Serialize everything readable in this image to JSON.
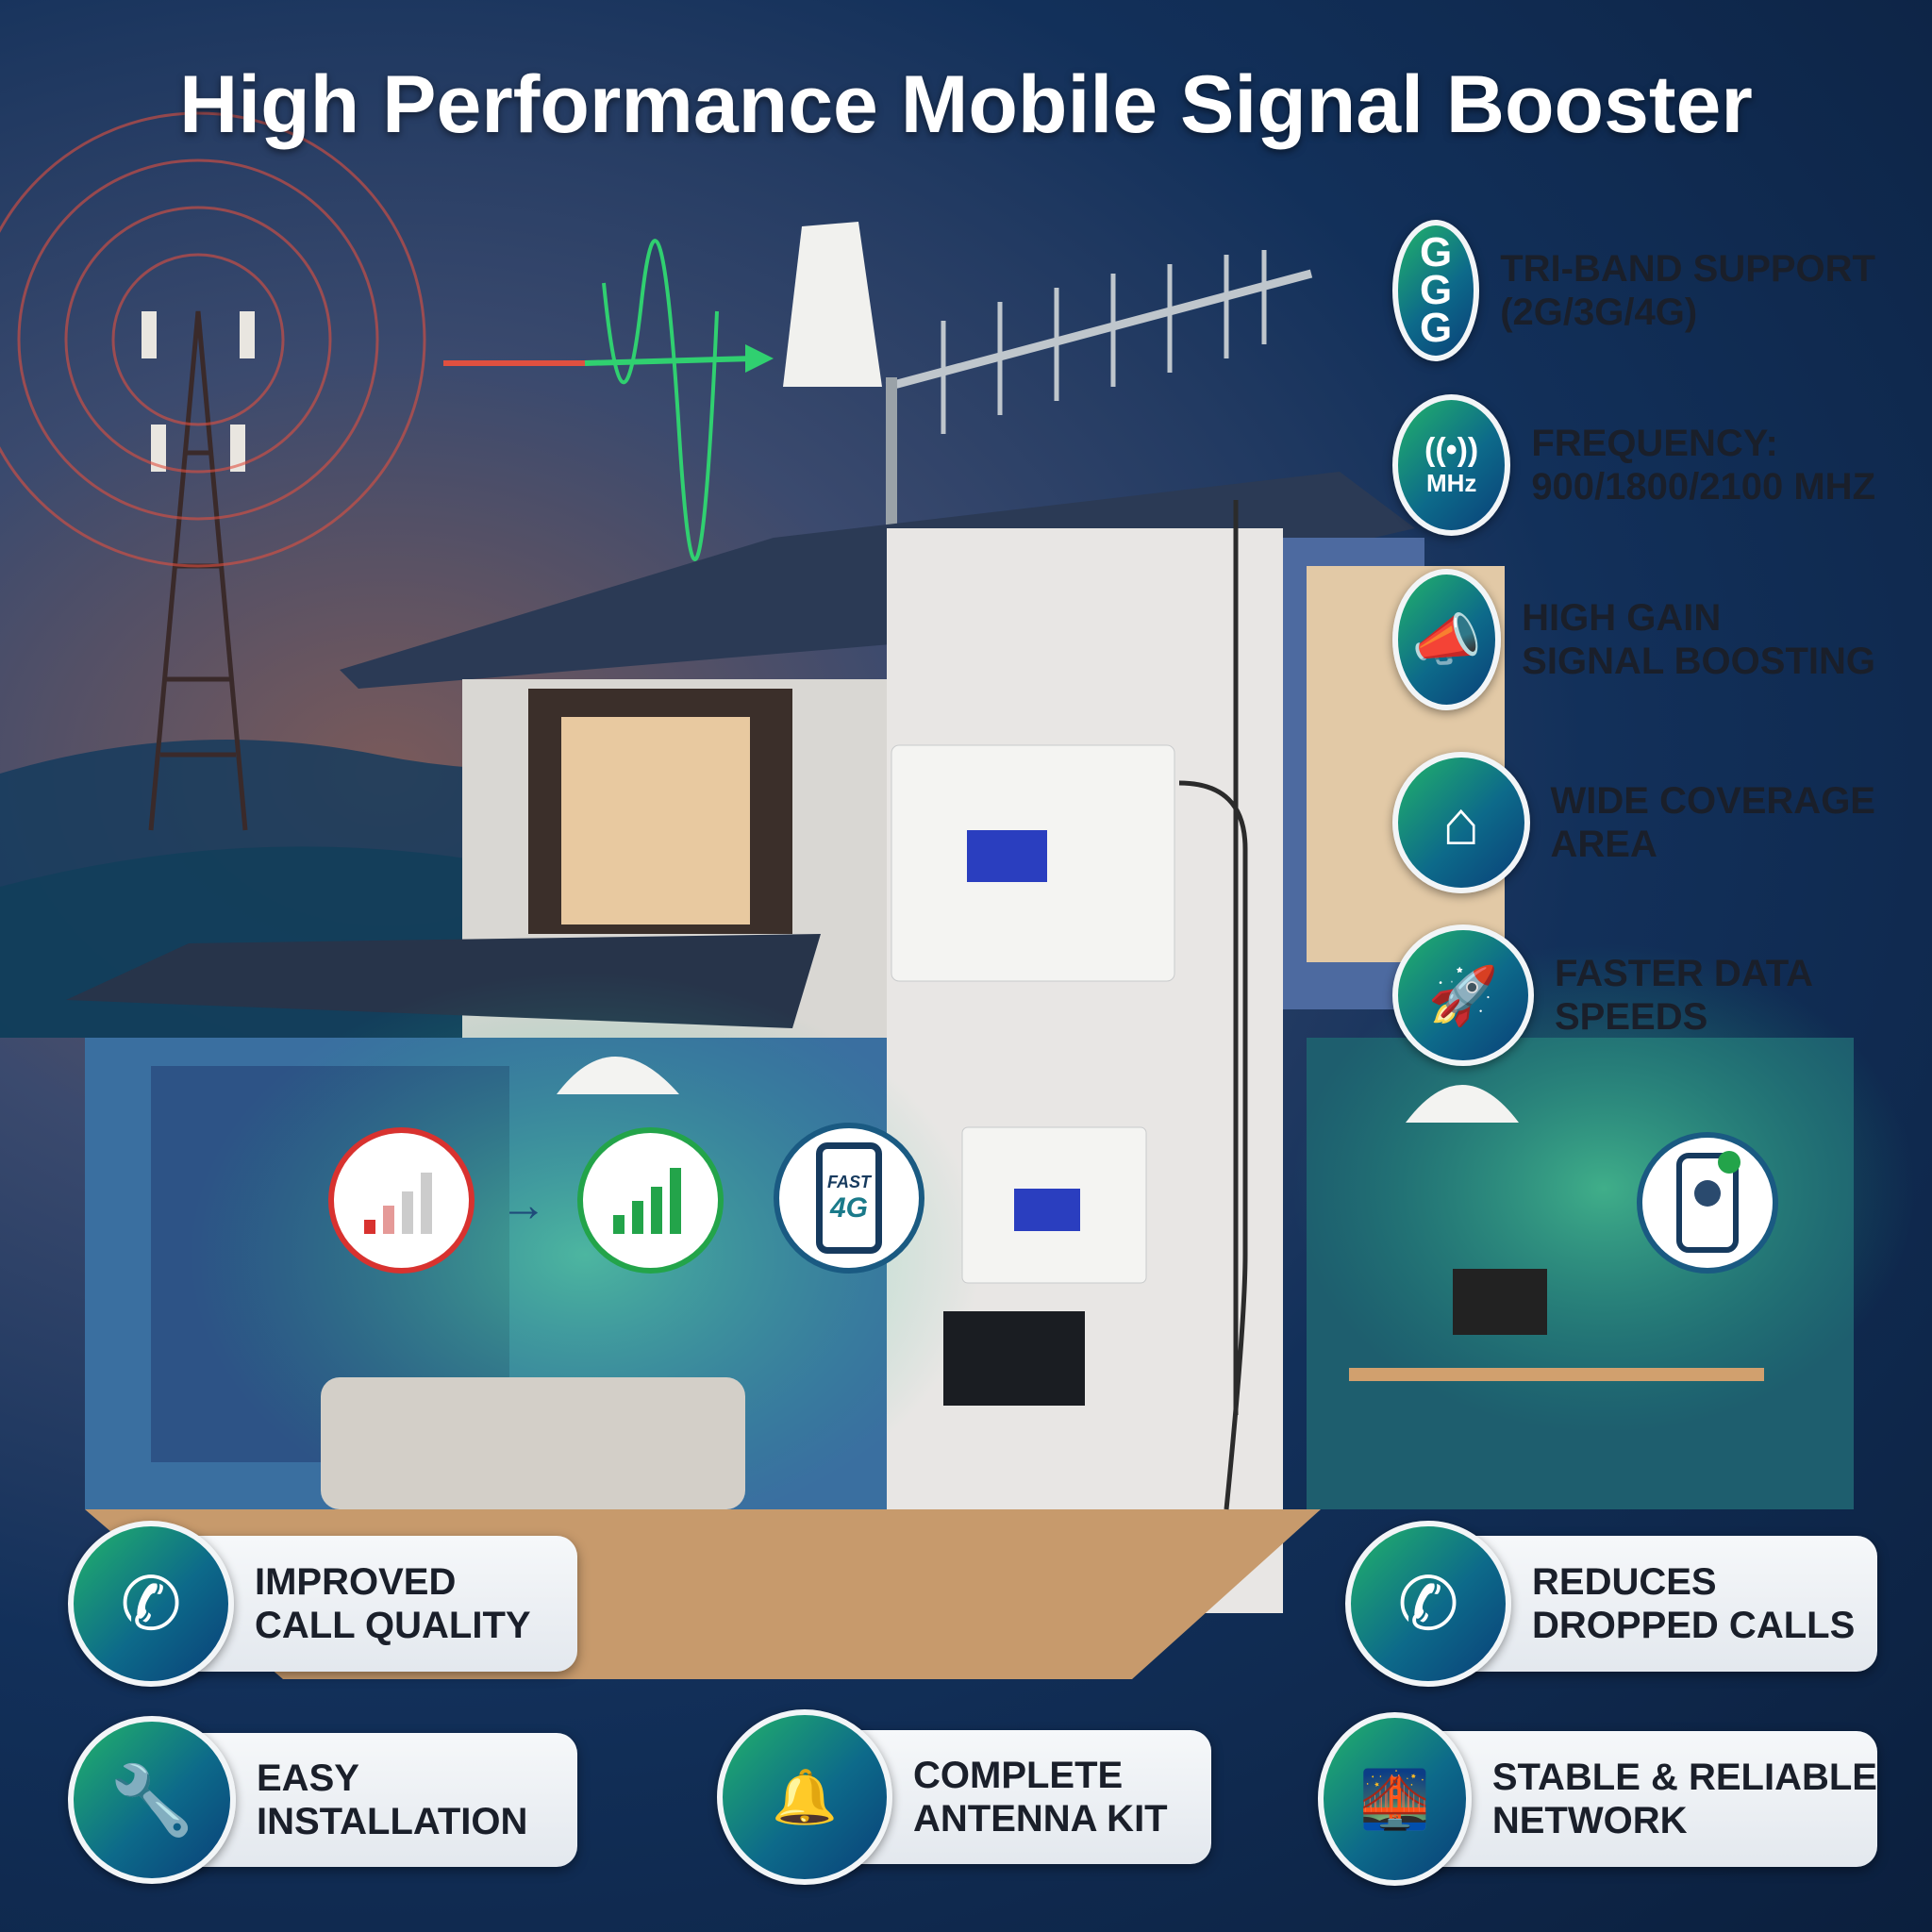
{
  "title": "High Performance Mobile Signal Booster",
  "features_right": [
    {
      "icon": "tri-band-g-icon",
      "line1": "TRI-BAND SUPPORT",
      "line2": "(2G/3G/4G)"
    },
    {
      "icon": "frequency-antenna-icon",
      "icon_text": "MHz",
      "line1": "FREQUENCY:",
      "line2": "900/1800/2100 MHz"
    },
    {
      "icon": "megaphone-icon",
      "line1": "HIGH GAIN",
      "line2": "SIGNAL BOOSTING"
    },
    {
      "icon": "house-wifi-icon",
      "line1": "WIDE COVERAGE",
      "line2": "AREA"
    },
    {
      "icon": "rocket-icon",
      "line1": "FASTER DATA",
      "line2": "SPEEDS"
    }
  ],
  "features_bottom": [
    {
      "icon": "phone-check-icon",
      "line1": "IMPROVED",
      "line2": "CALL QUALITY"
    },
    {
      "icon": "phone-x-icon",
      "line1": "REDUCES",
      "line2": "DROPPED CALLS"
    },
    {
      "icon": "tools-manual-icon",
      "line1": "EASY",
      "line2": "INSTALLATION"
    },
    {
      "icon": "antenna-kit-icon",
      "line1": "COMPLETE",
      "line2": "ANTENNA KIT"
    },
    {
      "icon": "bridge-icon",
      "line1": "STABLE & RELIABLE",
      "line2": "NETWORK"
    }
  ],
  "badges": {
    "fast_line1": "FAST",
    "fast_line2": "4G"
  },
  "colors": {
    "accent_green": "#22b36a",
    "accent_blue": "#0a3f78",
    "weak_red": "#d8322f"
  }
}
